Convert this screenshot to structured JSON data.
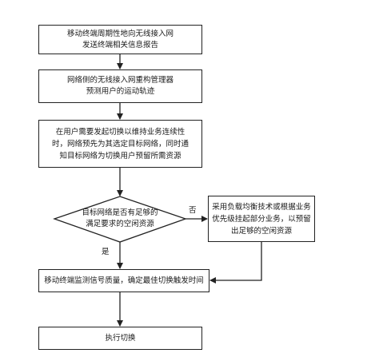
{
  "flowchart": {
    "step1": "移动终端周期性地向无线接入网\n发送终端相关信息报告",
    "step2": "网络侧的无线接入网重构管理器\n预测用户的运动轨迹",
    "step3": "在用户需要发起切换以维持业务连续性\n时，网络预先为其选定目标网络，同时通\n知目标网络为切换用户预留所需资源",
    "decision": "目标网络是否有足够的\n满足要求的空闲资源",
    "side_action": "采用负载均衡技术或根据业务\n优先级挂起部分业务，以预留\n出足够的空闲资源",
    "step4": "移动终端监测信号质量，确定最佳切换触发时间",
    "step5": "执行切换",
    "yes_label": "是",
    "no_label": "否"
  }
}
